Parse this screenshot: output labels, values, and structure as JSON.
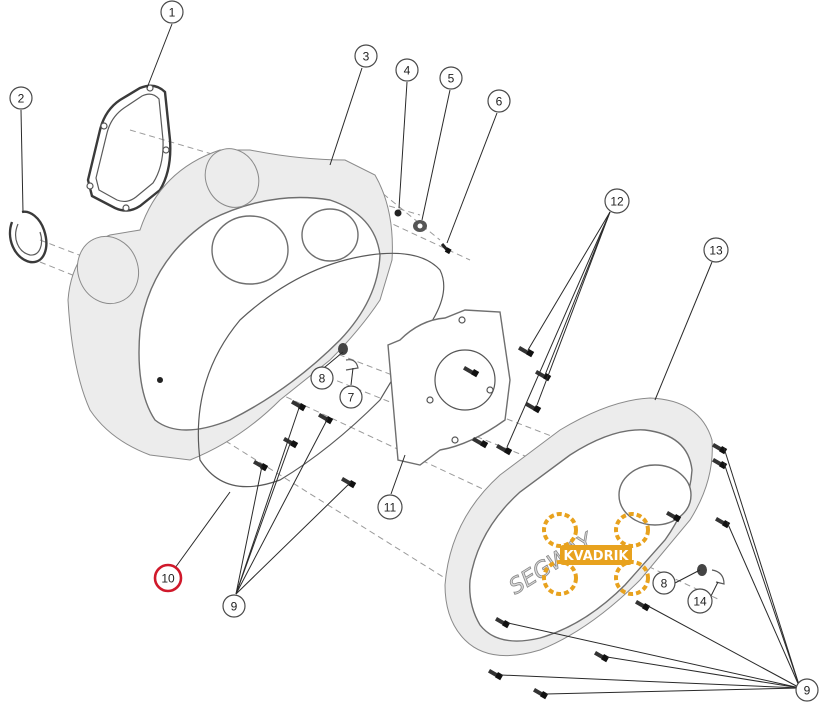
{
  "callouts": [
    {
      "label": "1"
    },
    {
      "label": "2"
    },
    {
      "label": "3"
    },
    {
      "label": "4"
    },
    {
      "label": "5"
    },
    {
      "label": "6"
    },
    {
      "label": "12"
    },
    {
      "label": "13"
    },
    {
      "label": "8"
    },
    {
      "label": "7"
    },
    {
      "label": "11"
    },
    {
      "label": "10",
      "highlighted": true
    },
    {
      "label": "9"
    },
    {
      "label": "8"
    },
    {
      "label": "14"
    },
    {
      "label": "9"
    }
  ],
  "cover_brand_text": "SEGWAY",
  "watermark": {
    "text": "KVADRIK"
  },
  "colors": {
    "highlight": "#d0192b",
    "watermark": "#e8a21e",
    "line": "#2a2a2a",
    "part": "#6f6f6f"
  }
}
